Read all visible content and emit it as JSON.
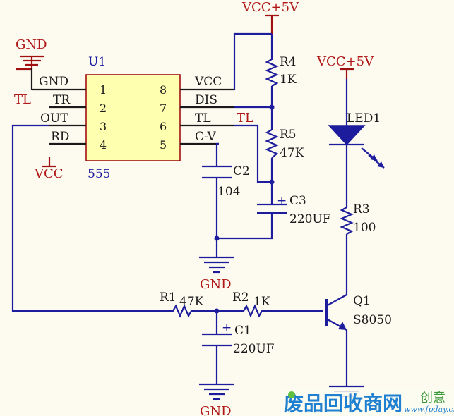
{
  "chip": {
    "ref": "U1",
    "part": "555",
    "left_pins": [
      {
        "name": "GND",
        "num": "1"
      },
      {
        "name": "TR",
        "num": "2"
      },
      {
        "name": "OUT",
        "num": "3"
      },
      {
        "name": "RD",
        "num": "4"
      }
    ],
    "right_pins": [
      {
        "name": "VCC",
        "num": "8"
      },
      {
        "name": "DIS",
        "num": "7"
      },
      {
        "name": "TL",
        "num": "6"
      },
      {
        "name": "C-V",
        "num": "5"
      }
    ]
  },
  "power": {
    "vcc_top": "VCC+5V",
    "vcc_right": "VCC+5V",
    "gnd_top": "GND",
    "vcc_rd": "VCC",
    "gnd_mid": "GND",
    "gnd_bottom": "GND"
  },
  "net_labels": {
    "tl_left": "TL",
    "tl_right": "TL"
  },
  "components": {
    "r4": {
      "ref": "R4",
      "value": "1K"
    },
    "r5": {
      "ref": "R5",
      "value": "47K"
    },
    "c2": {
      "ref": "C2",
      "value": "104"
    },
    "c3": {
      "ref": "C3",
      "value": "220UF",
      "polarity": "+"
    },
    "led1": {
      "ref": "LED1"
    },
    "r3": {
      "ref": "R3",
      "value": "100"
    },
    "r1": {
      "ref": "R1",
      "value": "47K"
    },
    "r2": {
      "ref": "R2",
      "value": "1K"
    },
    "c1": {
      "ref": "C1",
      "value": "220UF",
      "polarity": "+"
    },
    "q1": {
      "ref": "Q1",
      "part": "S8050"
    }
  },
  "watermark": {
    "text": "废品回收商网",
    "side_text": "创意",
    "url": "www.fpday.cn"
  },
  "colors": {
    "wire": "#1c1c9c",
    "label_red": "#b01818",
    "chip_fill": "#ffffb0",
    "background": "#fdfbf0",
    "watermark": "#1f7fd0"
  }
}
